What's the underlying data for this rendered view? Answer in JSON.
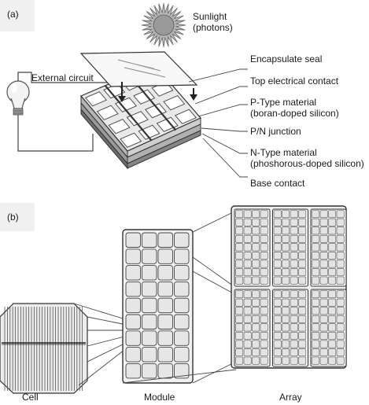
{
  "panel_a": {
    "tag": "(a)",
    "sun_label": [
      "Sunlight",
      "(photons)"
    ],
    "external_circuit": "External circuit",
    "layers": [
      {
        "id": "encapsulate",
        "lines": [
          "Encapsulate seal"
        ]
      },
      {
        "id": "top-contact",
        "lines": [
          "Top electrical contact"
        ]
      },
      {
        "id": "p-type",
        "lines": [
          "P-Type material",
          "(boran-doped silicon)"
        ]
      },
      {
        "id": "pn-junction",
        "lines": [
          "P/N junction"
        ]
      },
      {
        "id": "n-type",
        "lines": [
          "N-Type material",
          "(phoshorous-doped silicon)"
        ]
      },
      {
        "id": "base-contact",
        "lines": [
          "Base contact"
        ]
      }
    ]
  },
  "panel_b": {
    "tag": "(b)",
    "captions": {
      "cell": "Cell",
      "module": "Module",
      "array": "Array"
    }
  },
  "colors": {
    "outline": "#333333",
    "cell_fill": "#e6e6e6",
    "panel_fill": "#f4f4f4",
    "sun": "#b8b8b8"
  }
}
